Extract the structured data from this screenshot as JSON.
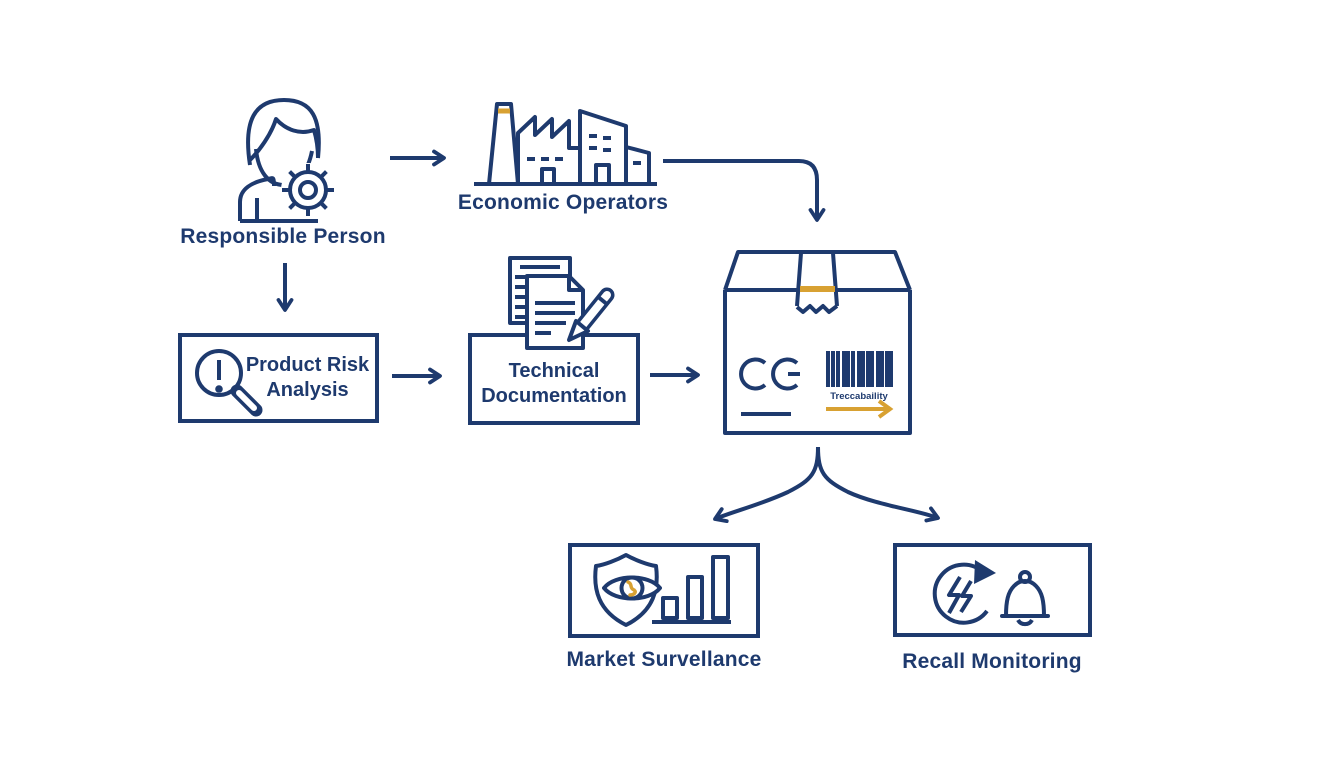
{
  "colors": {
    "primary": "#1e3a6e",
    "accent": "#d8a132",
    "background": "#ffffff"
  },
  "nodes": {
    "responsible_person": {
      "label": "Responsible Person"
    },
    "economic_operators": {
      "label": "Economic Operators"
    },
    "product_risk_analysis": {
      "line1": "Product Risk",
      "line2": "Analysis"
    },
    "technical_documentation": {
      "line1": "Technical",
      "line2": "Documentation"
    },
    "package": {
      "ce_mark": "CE",
      "traceability_label": "Treccabaility"
    },
    "market_surveillance": {
      "label": "Market Survellance"
    },
    "recall_monitoring": {
      "label": "Recall Monitoring"
    }
  }
}
